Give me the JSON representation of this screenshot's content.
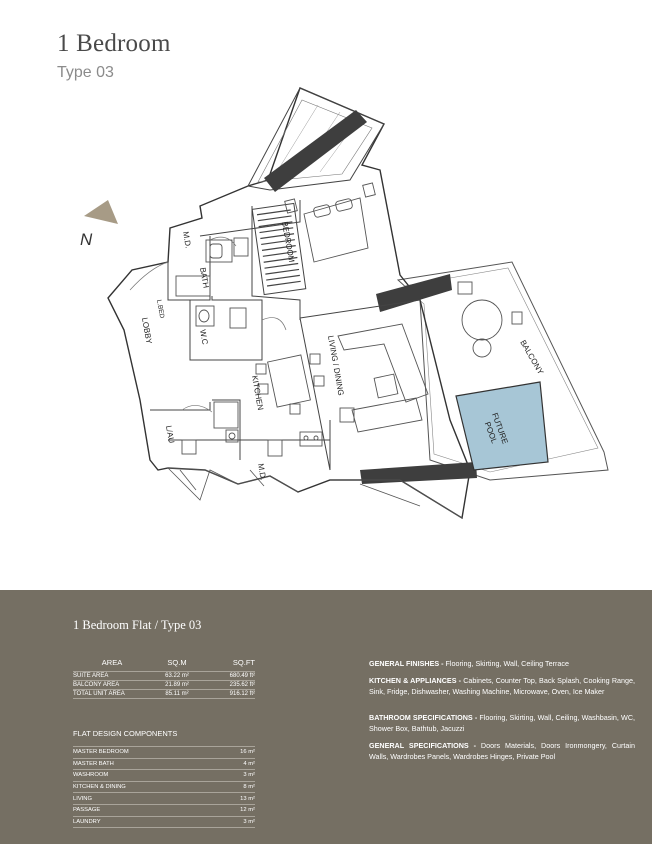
{
  "header": {
    "title": "1 Bedroom",
    "subtitle": "Type 03"
  },
  "plan": {
    "north": "N",
    "rooms": {
      "bedroom": "BEDROOM",
      "bath": "BATH",
      "md1": "M.D.",
      "md2": "M.D.",
      "wc": "W.C",
      "lobby": "LOBBY",
      "lbed": "L.BED",
      "kitchen": "KITCHEN",
      "living": "LIVING / DINING",
      "lau": "L/AU",
      "balcony": "BALCONY",
      "pool": "FUTURE\nPOOL"
    }
  },
  "panel": {
    "flat_title": "1 Bedroom Flat / Type 03",
    "area_headers": [
      "AREA",
      "SQ.M",
      "SQ.FT"
    ],
    "area_rows": [
      [
        "SUITE AREA",
        "63.22 m²",
        "680.49 ft²"
      ],
      [
        "BALCONY AREA",
        "21.89 m²",
        "235.62 ft²"
      ],
      [
        "TOTAL UNIT AREA",
        "85.11 m²",
        "916.12 ft²"
      ]
    ],
    "components_title": "FLAT DESIGN COMPONENTS",
    "components": [
      [
        "MASTER BEDROOM",
        "16 m²"
      ],
      [
        "MASTER BATH",
        "4 m²"
      ],
      [
        "WASHROOM",
        "3 m²"
      ],
      [
        "KITCHEN & DINING",
        "8 m²"
      ],
      [
        "LIVING",
        "13 m²"
      ],
      [
        "PASSAGE",
        "12 m²"
      ],
      [
        "LAUNDRY",
        "3 m²"
      ]
    ],
    "specs": [
      {
        "label": "GENERAL FINISHES - ",
        "text": "Flooring, Skirting, Wall, Ceiling Terrace"
      },
      {
        "label": "KITCHEN & APPLIANCES - ",
        "text": "Cabinets, Counter Top, Back Splash, Cooking Range, Sink, Fridge, Dishwasher, Washing Machine, Microwave, Oven, Ice Maker"
      },
      {
        "label": "BATHROOM SPECIFICATIONS - ",
        "text": "Flooring, Skirting, Wall, Ceiling, Washbasin, WC, Shower Box, Bathtub, Jacuzzi"
      },
      {
        "label": "GENERAL SPECIFICATIONS - ",
        "text": "Doors Materials, Doors Ironmongery, Curtain Walls, Wardrobes Panels, Wardrobes Hinges, Private Pool"
      }
    ]
  }
}
